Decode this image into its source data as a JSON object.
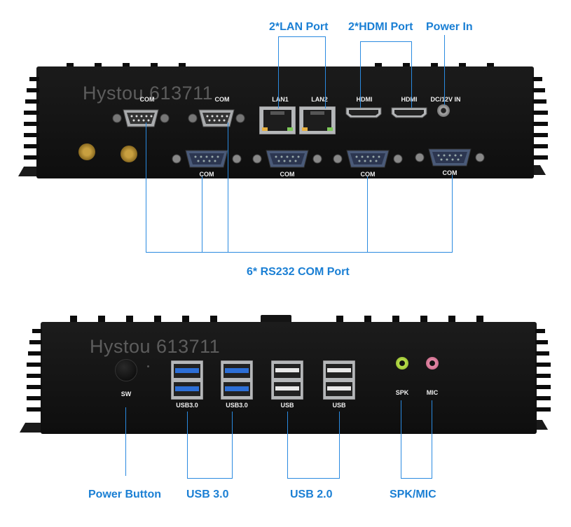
{
  "top_panel": {
    "watermark": "Hystou 613711",
    "callouts": {
      "lan": "2*LAN Port",
      "hdmi": "2*HDMI Port",
      "power_in": "Power In",
      "com": "6* RS232 COM Port"
    },
    "port_labels": {
      "com_top_1": "COM",
      "com_top_2": "COM",
      "lan1": "LAN1",
      "lan2": "LAN2",
      "hdmi1": "HDMI",
      "hdmi2": "HDMI",
      "dc_in": "DC/12V IN",
      "com_bottom_1": "COM",
      "com_bottom_2": "COM",
      "com_bottom_3": "COM",
      "com_bottom_4": "COM"
    }
  },
  "bottom_panel": {
    "watermark": "Hystou 613711",
    "callouts": {
      "power_button": "Power Button",
      "usb3": "USB 3.0",
      "usb2": "USB 2.0",
      "spk_mic": "SPK/MIC"
    },
    "port_labels": {
      "sw": "SW",
      "usb3_1": "USB3.0",
      "usb3_2": "USB3.0",
      "usb2_1": "USB",
      "usb2_2": "USB",
      "spk": "SPK",
      "mic": "MIC"
    }
  },
  "colors": {
    "callout": "#1a7fd4",
    "chassis": "#121212",
    "usb3_blue": "#2d6fd6",
    "spk_green": "#b9e04a",
    "mic_pink": "#e58aa8"
  }
}
